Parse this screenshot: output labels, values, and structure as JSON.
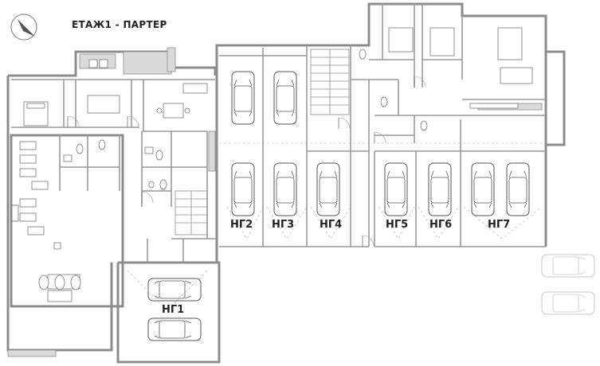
{
  "floor_title": "ЕТАЖ1 - ПАРТЕР",
  "garages": [
    "НГ1",
    "НГ2",
    "НГ3",
    "НГ4",
    "НГ5",
    "НГ6",
    "НГ7"
  ],
  "colors": {
    "wall": "#8c8c8c",
    "wall_dark": "#6e6e6e",
    "thin": "#b5b5b5",
    "fill": "#dadada",
    "hatch": "#9a9a9a",
    "text": "#222222",
    "car": "#555555",
    "car_faded": "#c8c8c8"
  },
  "icons": [
    "north-arrow-icon",
    "car-icon",
    "stair-icon",
    "toilet-icon",
    "sink-icon",
    "bed-icon",
    "sofa-icon",
    "desk-icon",
    "table-icon",
    "door-swing-icon"
  ]
}
